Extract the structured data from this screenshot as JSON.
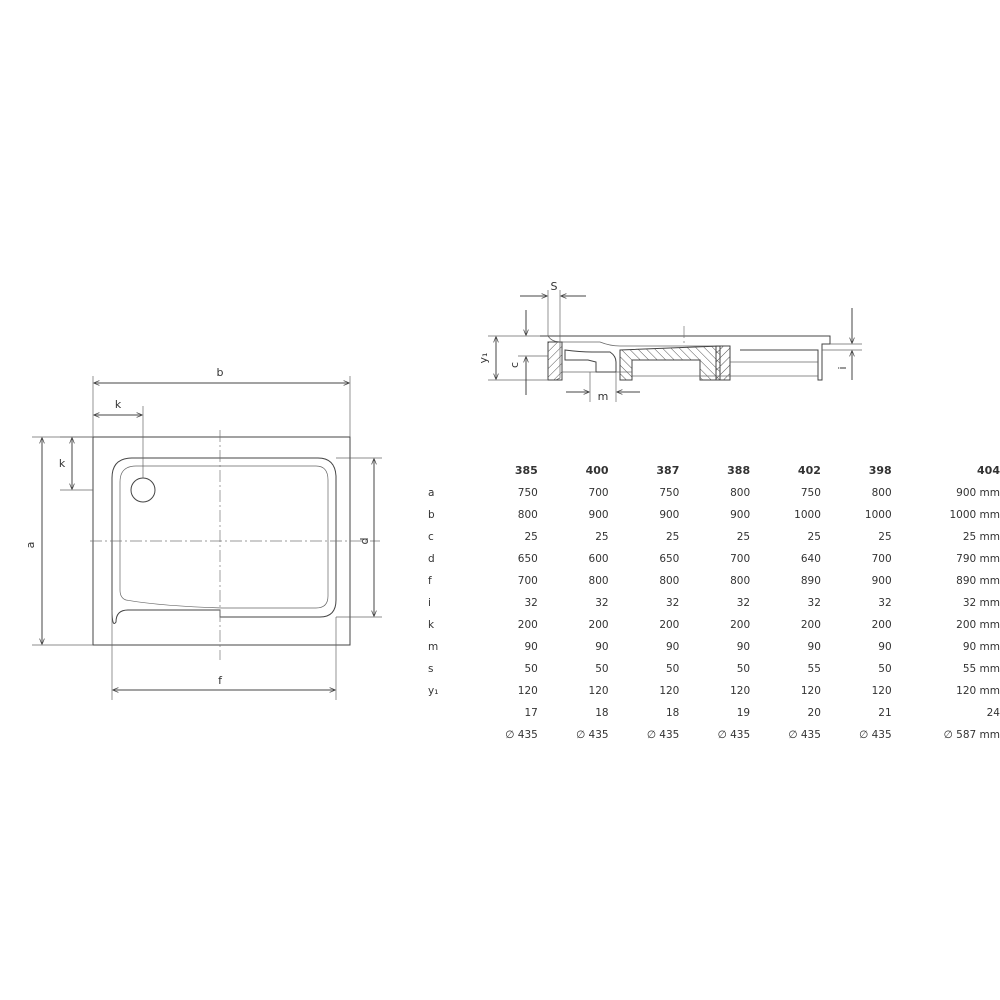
{
  "labels": {
    "a": "a",
    "b": "b",
    "d": "d",
    "f": "f",
    "k": "k",
    "k2": "k",
    "s": "S",
    "c": "c",
    "m": "m",
    "y1": "y₁",
    "i": "i"
  },
  "table": {
    "models": [
      "385",
      "400",
      "387",
      "388",
      "402",
      "398",
      "404"
    ],
    "rows": [
      {
        "label": "a",
        "values": [
          "750",
          "700",
          "750",
          "800",
          "750",
          "800",
          "900 mm"
        ]
      },
      {
        "label": "b",
        "values": [
          "800",
          "900",
          "900",
          "900",
          "1000",
          "1000",
          "1000 mm"
        ]
      },
      {
        "label": "c",
        "values": [
          "25",
          "25",
          "25",
          "25",
          "25",
          "25",
          "25 mm"
        ]
      },
      {
        "label": "d",
        "values": [
          "650",
          "600",
          "650",
          "700",
          "640",
          "700",
          "790 mm"
        ]
      },
      {
        "label": "f",
        "values": [
          "700",
          "800",
          "800",
          "800",
          "890",
          "900",
          "890 mm"
        ]
      },
      {
        "label": "i",
        "values": [
          "32",
          "32",
          "32",
          "32",
          "32",
          "32",
          "32 mm"
        ]
      },
      {
        "label": "k",
        "values": [
          "200",
          "200",
          "200",
          "200",
          "200",
          "200",
          "200 mm"
        ]
      },
      {
        "label": "m",
        "values": [
          "90",
          "90",
          "90",
          "90",
          "90",
          "90",
          "90 mm"
        ]
      },
      {
        "label": "s",
        "values": [
          "50",
          "50",
          "50",
          "50",
          "55",
          "50",
          "55 mm"
        ]
      },
      {
        "label": "y₁",
        "values": [
          "120",
          "120",
          "120",
          "120",
          "120",
          "120",
          "120 mm"
        ]
      },
      {
        "label": "",
        "values": [
          "17",
          "18",
          "18",
          "19",
          "20",
          "21",
          "24"
        ]
      },
      {
        "label": "",
        "values": [
          "∅ 435",
          "∅ 435",
          "∅ 435",
          "∅ 435",
          "∅ 435",
          "∅ 435",
          "∅ 587 mm"
        ]
      }
    ]
  }
}
